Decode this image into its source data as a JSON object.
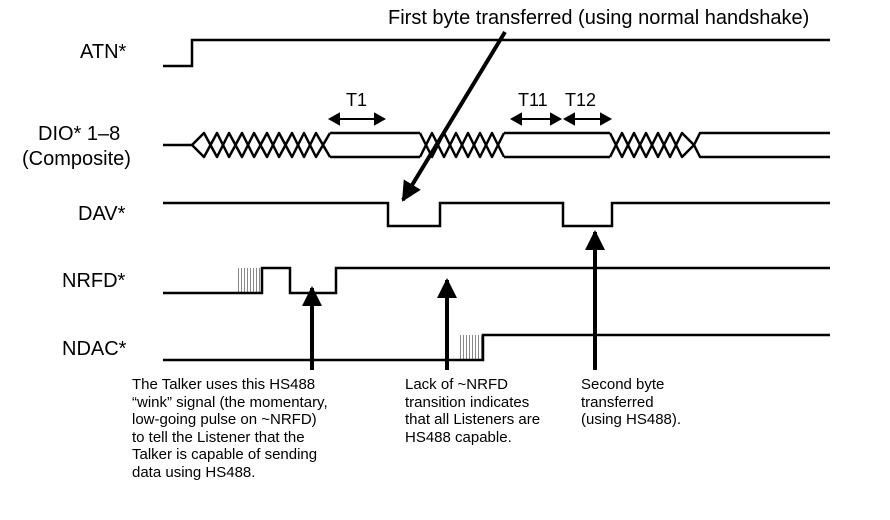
{
  "header_note": "First byte transferred (using normal handshake)",
  "signals": {
    "atn": "ATN*",
    "dio_line1": "DIO* 1–8",
    "dio_line2": "(Composite)",
    "dav": "DAV*",
    "nrfd": "NRFD*",
    "ndac": "NDAC*"
  },
  "timing_labels": {
    "t1": "T1",
    "t11": "T11",
    "t12": "T12"
  },
  "annotations": {
    "talker_wink": "The Talker uses this HS488\n“wink” signal (the momentary,\nlow-going pulse on ~NRFD)\nto tell the Listener that the\nTalker is capable of sending\ndata using HS488.",
    "lack_nrfd": "Lack of ~NRFD\ntransition indicates\nthat all Listeners are\nHS488 capable.",
    "second_byte": "Second byte\ntransferred\n(using HS488)."
  },
  "colors": {
    "line": "#000000",
    "background": "#ffffff",
    "hatch": "#888888"
  }
}
